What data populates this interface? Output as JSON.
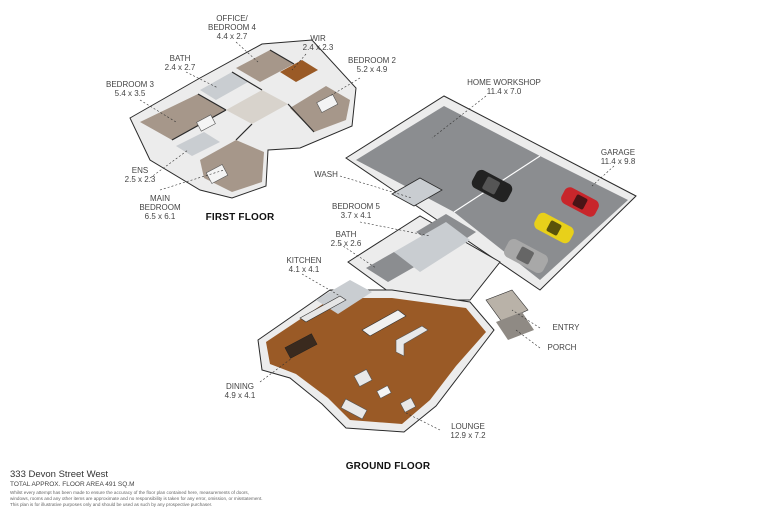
{
  "address": "333 Devon Street West",
  "total_area": "TOTAL APPROX. FLOOR AREA 491 SQ.M",
  "disclaimer": [
    "Whilst every attempt has been made to ensure the accuracy of the floor plan contained here, measurements of doors,",
    "windows, rooms and any other items are approximate and no responsibility is taken for any error, omission, or misstatement.",
    "This plan is for illustrative purposes only and should be used as such by any prospective purchaser."
  ],
  "floors": {
    "first": "FIRST FLOOR",
    "ground": "GROUND FLOOR"
  },
  "rooms": {
    "office": {
      "name": [
        "OFFICE/",
        "BEDROOM 4"
      ],
      "dims": "4.4 x 2.7"
    },
    "wir": {
      "name": [
        "WIR"
      ],
      "dims": "2.4 x 2.3"
    },
    "bath_upper": {
      "name": [
        "BATH"
      ],
      "dims": "2.4 x 2.7"
    },
    "bedroom2": {
      "name": [
        "BEDROOM 2"
      ],
      "dims": "5.2 x 4.9"
    },
    "bedroom3": {
      "name": [
        "BEDROOM 3"
      ],
      "dims": "5.4 x 3.5"
    },
    "ens": {
      "name": [
        "ENS"
      ],
      "dims": "2.5 x 2.3"
    },
    "main_bedroom": {
      "name": [
        "MAIN",
        "BEDROOM"
      ],
      "dims": "6.5 x 6.1"
    },
    "home_workshop": {
      "name": [
        "HOME WORKSHOP"
      ],
      "dims": "11.4 x 7.0"
    },
    "garage": {
      "name": [
        "GARAGE"
      ],
      "dims": "11.4 x 9.8"
    },
    "wash": {
      "name": [
        "WASH"
      ],
      "dims": ""
    },
    "bedroom5": {
      "name": [
        "BEDROOM 5"
      ],
      "dims": "3.7 x 4.1"
    },
    "bath_lower": {
      "name": [
        "BATH"
      ],
      "dims": "2.5 x 2.6"
    },
    "kitchen": {
      "name": [
        "KITCHEN"
      ],
      "dims": "4.1 x 4.1"
    },
    "entry": {
      "name": [
        "ENTRY"
      ],
      "dims": ""
    },
    "porch": {
      "name": [
        "PORCH"
      ],
      "dims": ""
    },
    "dining": {
      "name": [
        "DINING"
      ],
      "dims": "4.9 x 4.1"
    },
    "lounge": {
      "name": [
        "LOUNGE"
      ],
      "dims": "12.9 x 7.2"
    }
  },
  "colors": {
    "wood_floor": "#9a5a26",
    "carpet": "#a6978a",
    "concrete": "#8b8d90",
    "tile": "#c9cdd1",
    "wall": "#ffffff",
    "wall_edge": "#2a2a2a"
  }
}
